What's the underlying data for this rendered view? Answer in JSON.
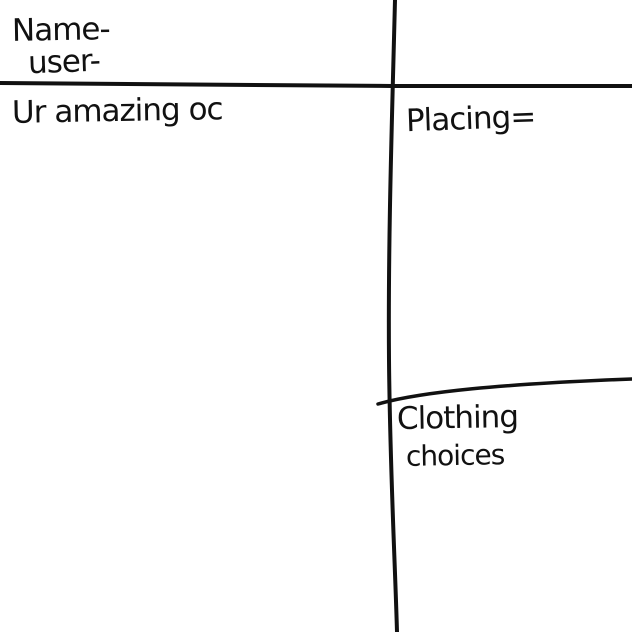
{
  "template": {
    "name_label": "Name-",
    "user_label": "user-",
    "oc_label": "Ur amazing oc",
    "placing_label": "Placing=",
    "clothing_line1": "Clothing",
    "clothing_line2": "choices"
  },
  "colors": {
    "ink": "#111111",
    "paper": "#ffffff"
  }
}
